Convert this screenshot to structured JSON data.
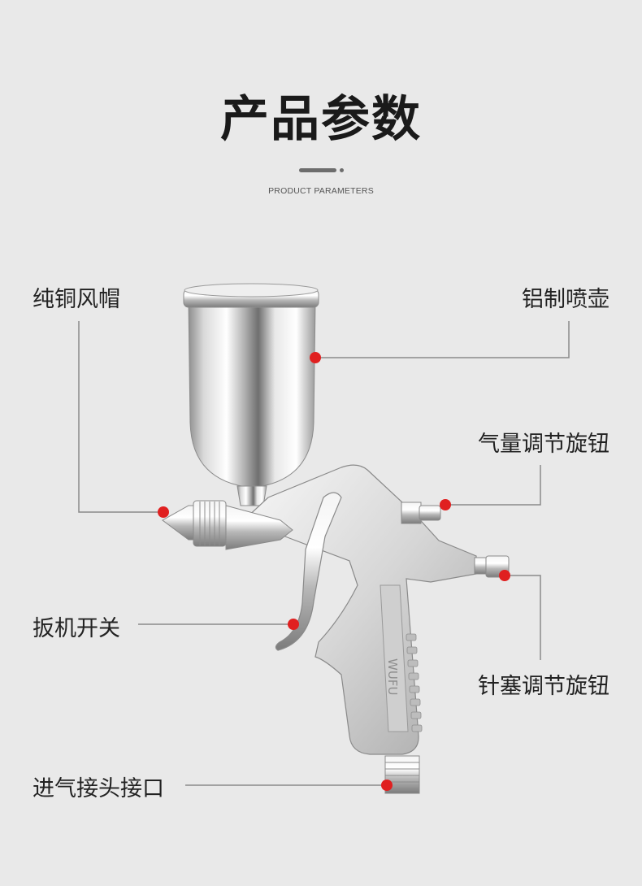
{
  "header": {
    "title": "产品参数",
    "subtitle": "PRODUCT PARAMETERS"
  },
  "callouts": {
    "nozzle_cap": "纯铜风帽",
    "cup": "铝制喷壶",
    "air_adjust": "气量调节旋钮",
    "trigger": "扳机开关",
    "needle_adjust": "针塞调节旋钮",
    "air_inlet": "进气接头接口"
  },
  "product": {
    "brand_mark": "WUFU"
  },
  "colors": {
    "background": "#e9e9e9",
    "marker": "#e02020",
    "leader_line": "#8a8a8a",
    "title": "#1a1a1a"
  }
}
